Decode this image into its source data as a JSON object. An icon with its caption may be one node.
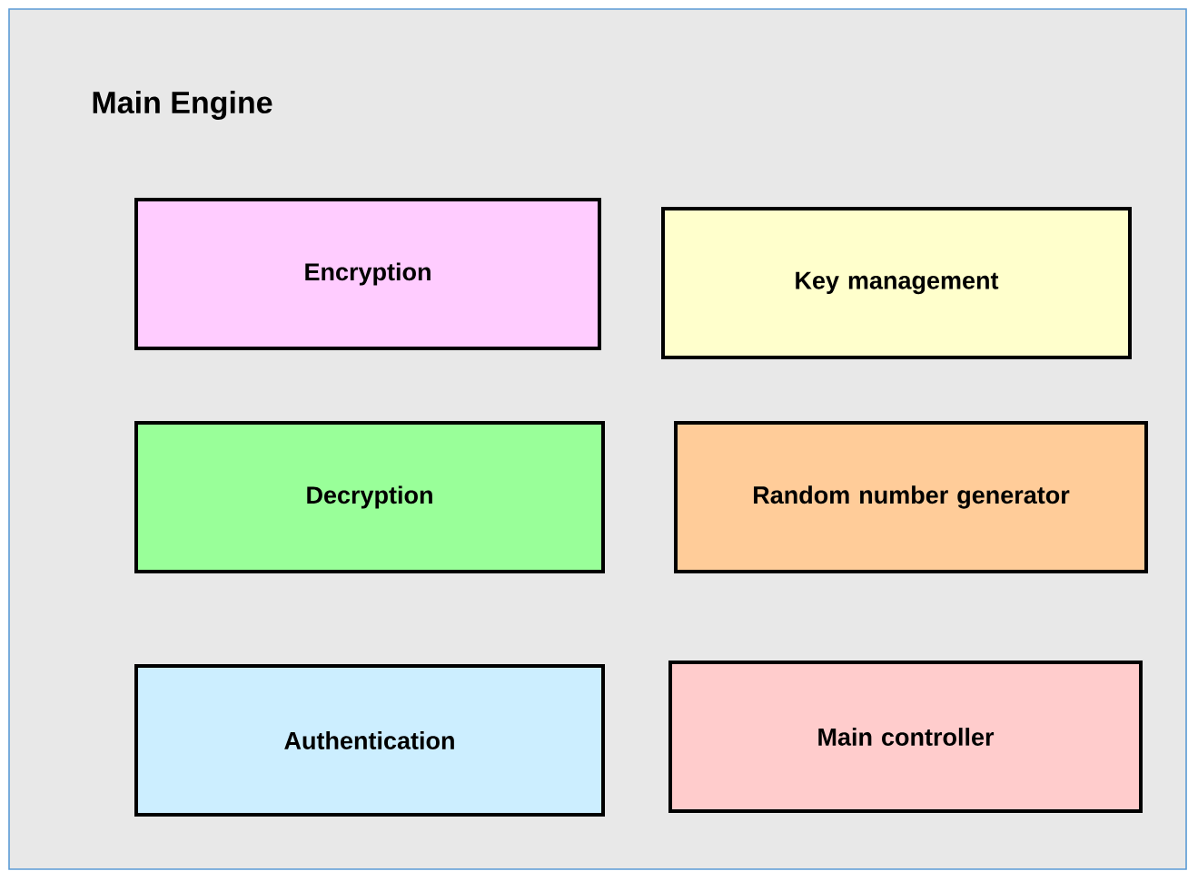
{
  "diagram": {
    "nodes": [
      {
        "text": [
          "Main Engine"
        ]
      },
      {
        "text": [
          "Encryption"
        ],
        "in": 0
      },
      {
        "text": [
          "Key management"
        ],
        "in": 0
      },
      {
        "text": [
          "Decryption"
        ],
        "in": 0
      },
      {
        "text": [
          "Random number generator"
        ],
        "in": 0
      },
      {
        "text": [
          "Authentication"
        ],
        "in": 0
      },
      {
        "text": [
          "Main controller"
        ],
        "in": 0
      }
    ]
  }
}
